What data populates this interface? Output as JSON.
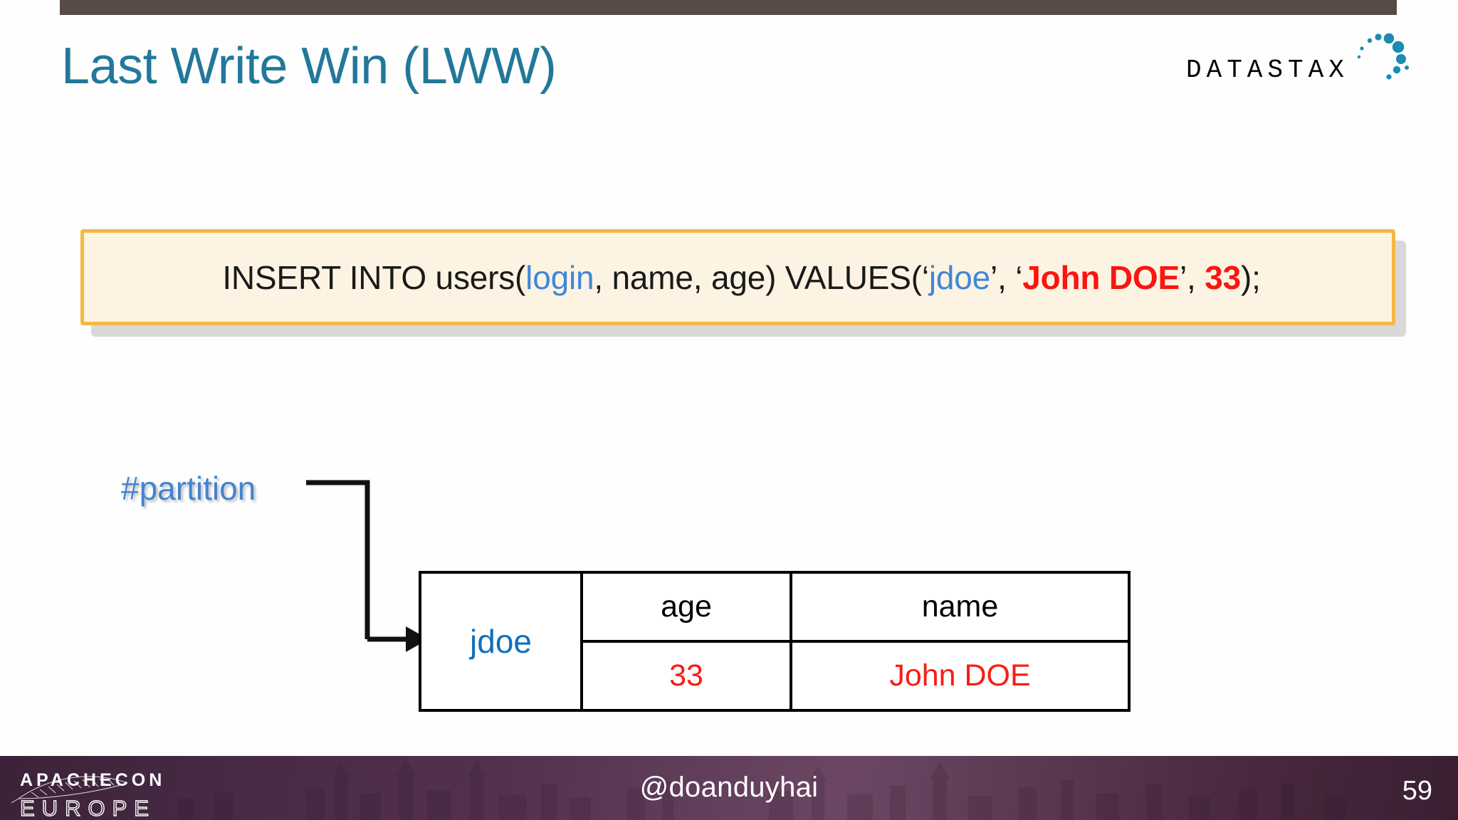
{
  "slide": {
    "title": "Last Write Win (LWW)",
    "page_number": "59",
    "accent_teal": "#22789a",
    "top_bar_color": "#584a47"
  },
  "logo": {
    "brand": "DATASTAX",
    "letters": [
      "D",
      "A",
      "T",
      "A",
      "S",
      "T",
      "A",
      "X"
    ],
    "text_color": "#000000",
    "dot_color": "#1a8bb3"
  },
  "code_box": {
    "border_color": "#f3b942",
    "fill_color": "#fdf3e3",
    "tokens": [
      {
        "text": "INSERT INTO users(",
        "style": "plain"
      },
      {
        "text": "login",
        "style": "blue"
      },
      {
        "text": ", name, age) VALUES(‘",
        "style": "plain"
      },
      {
        "text": "jdoe",
        "style": "blue"
      },
      {
        "text": "’, ‘",
        "style": "plain"
      },
      {
        "text": "John DOE",
        "style": "red"
      },
      {
        "text": "’, ",
        "style": "plain"
      },
      {
        "text": "33",
        "style": "red"
      },
      {
        "text": ");",
        "style": "plain"
      }
    ],
    "full_text": "INSERT INTO users(login, name, age) VALUES(‘jdoe’, ‘John DOE’, 33);"
  },
  "annotation": {
    "partition_label": "#partition",
    "partition_color": "#4483d0"
  },
  "table": {
    "partition_key": "jdoe",
    "partition_key_color": "#0f70be",
    "value_color": "#f91c17",
    "columns": [
      "age",
      "name"
    ],
    "values": [
      "33",
      "John DOE"
    ]
  },
  "footer": {
    "conference_line1": "APACHECON",
    "conference_line2": "EUROPE",
    "handle": "@doanduyhai",
    "background_color": "#54324f"
  }
}
